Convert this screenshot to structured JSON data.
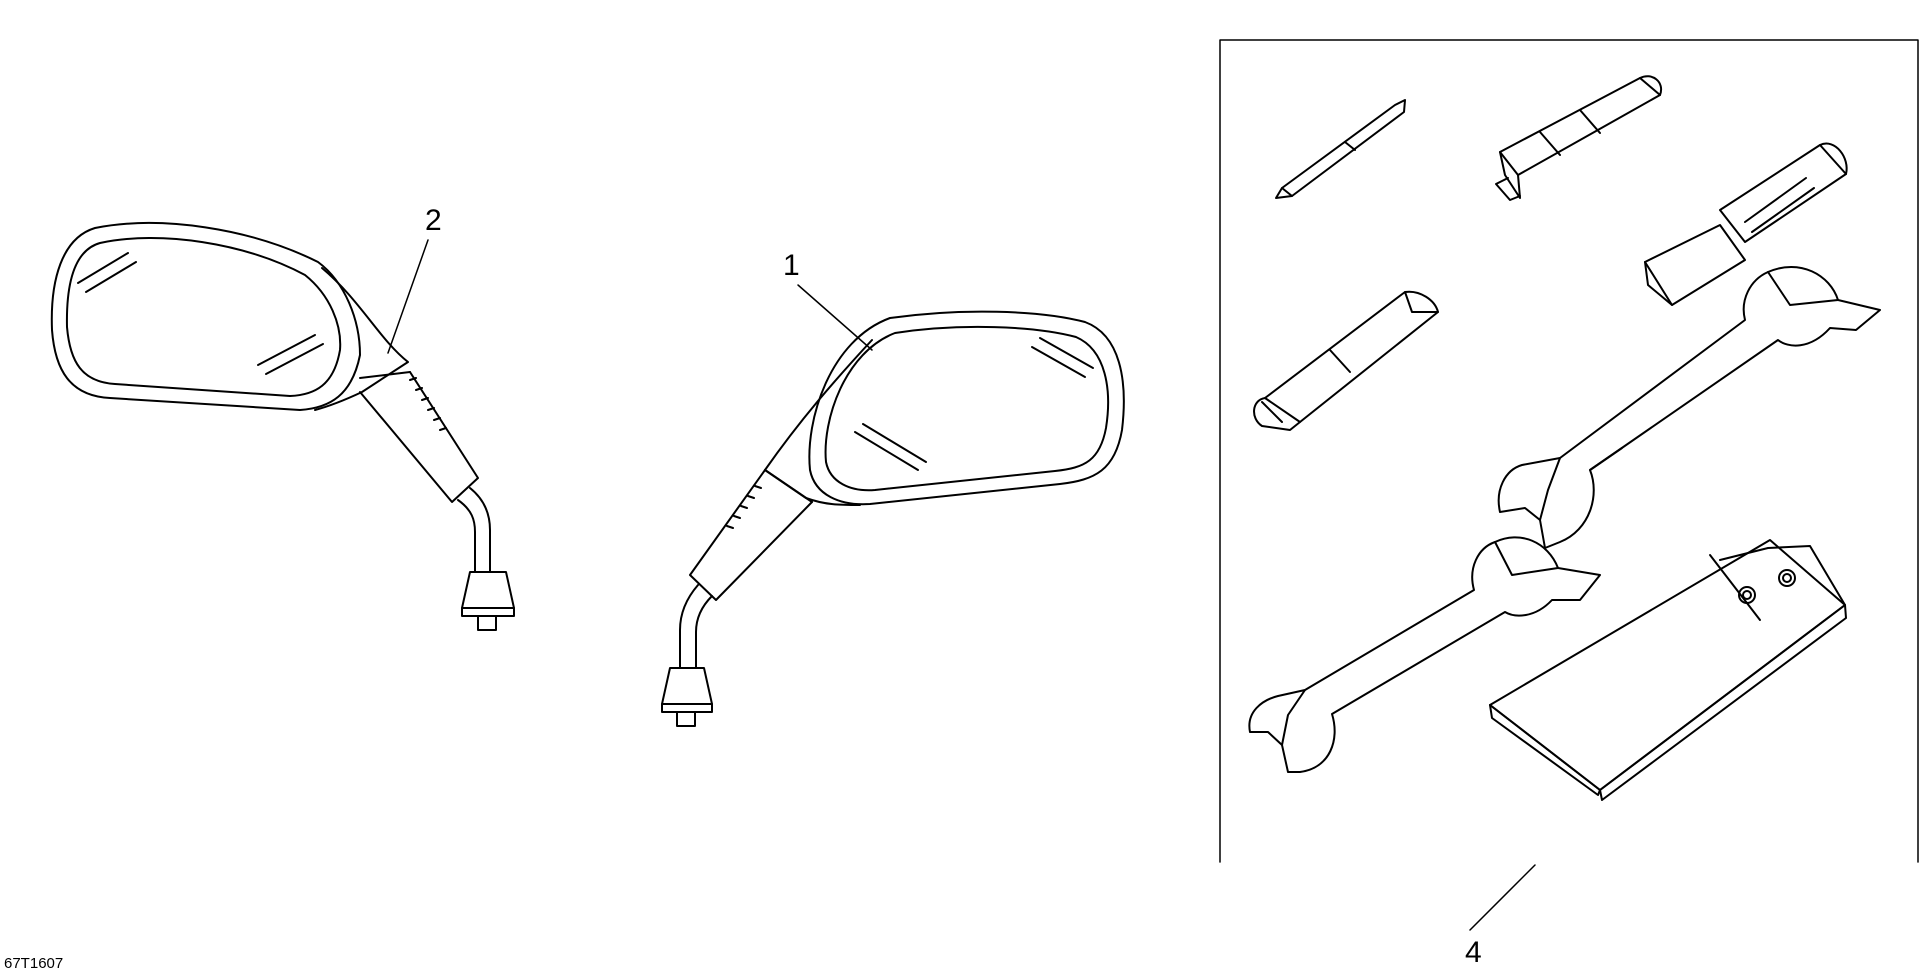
{
  "callouts": {
    "mirror_left": "2",
    "mirror_right": "1",
    "tool_kit": "4"
  },
  "figure_ref": "67T1607",
  "colors": {
    "line": "#000000",
    "background": "#ffffff"
  }
}
